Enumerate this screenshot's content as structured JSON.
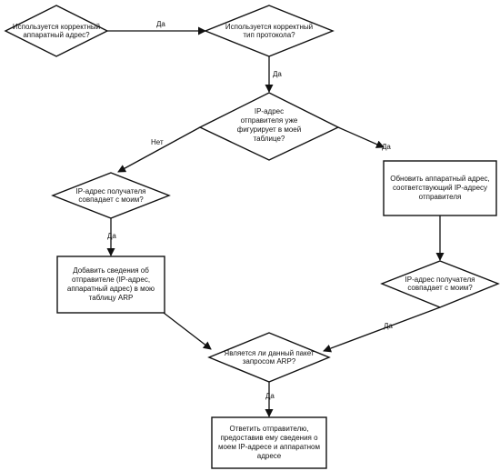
{
  "nodes": {
    "d1": [
      "Используется корректный",
      "аппаратный адрес?"
    ],
    "d2": [
      "Используется корректный",
      "тип протокола?"
    ],
    "d3": [
      "IP-адрес",
      "отправителя уже",
      "фигурирует в моей",
      "таблице?"
    ],
    "d4": [
      "IP-адрес получателя",
      "совпадает с моим?"
    ],
    "b_update": [
      "Обновить аппаратный адрес,",
      "соответствующий IP-адресу",
      "отправителя"
    ],
    "b_add": [
      "Добавить сведения об",
      "отправителе (IP-адрес,",
      "аппаратный адрес) в мою",
      "таблицу ARP"
    ],
    "d5": [
      "IP-адрес получателя",
      "совпадает с моим?"
    ],
    "d6": [
      "Является ли данный пакет",
      "запросом ARP?"
    ],
    "b_reply": [
      "Ответить отправителю,",
      "предоставив ему сведения о",
      "моем IP-адресе и аппаратном",
      "адресе"
    ]
  },
  "edge_labels": {
    "d1_d2": "Да",
    "d2_d3": "Да",
    "d3_no": "Нет",
    "d3_yes": "Да",
    "d4_yes": "Да",
    "d5_yes": "Да",
    "d6_yes": "Да"
  }
}
